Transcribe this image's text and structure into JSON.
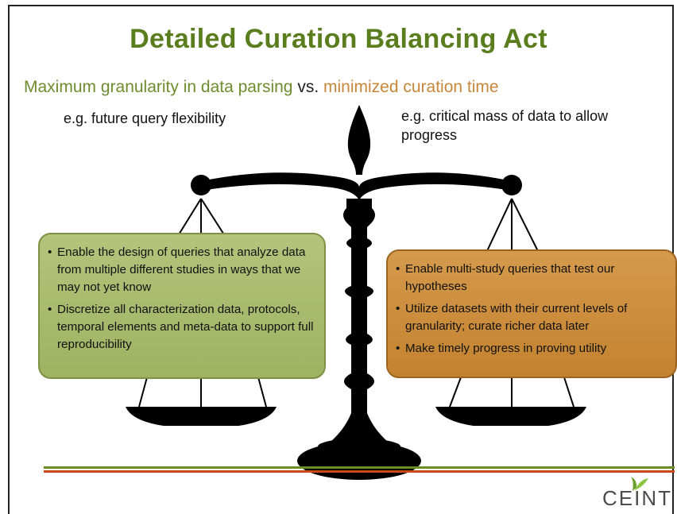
{
  "title": "Detailed Curation Balancing Act",
  "subtitle": {
    "left": "Maximum granularity in data parsing",
    "vs": " vs. ",
    "right": "minimized curation time"
  },
  "examples": {
    "left": "e.g. future query flexibility",
    "right": "e.g. critical mass of data to allow progress"
  },
  "left_box": {
    "bullets": [
      "Enable the design of queries that analyze data from multiple different studies in ways that we may not yet know",
      "Discretize all characterization data, protocols, temporal elements and meta-data to support full reproducibility"
    ]
  },
  "right_box": {
    "bullets": [
      "Enable multi-study queries that test our hypotheses",
      "Utilize datasets with their current levels of granularity; curate richer data later",
      "Make timely progress in proving utility"
    ]
  },
  "logo": {
    "text": "CEINT"
  },
  "colors": {
    "title_green": "#5a7d1e",
    "left_box": "#a9bb6e",
    "right_box": "#cc8d3c",
    "rule_green": "#6b8e23",
    "rule_orange": "#c84a16"
  }
}
